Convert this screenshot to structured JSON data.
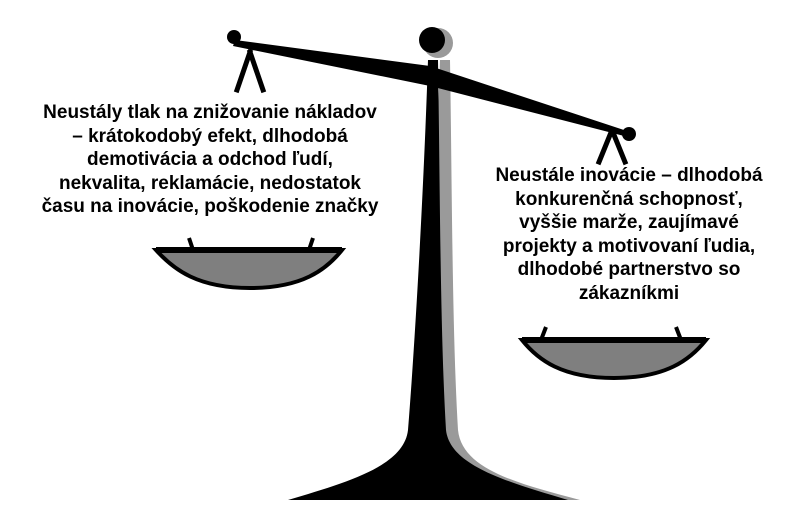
{
  "left_pan": {
    "lines": [
      "Neustály tlak na znižovanie nákladov",
      "– krátokodobý efekt, dlhodobá",
      "demotivácia a odchod ľudí,",
      "nekvalita, reklamácie, nedostatok",
      "času na inovácie, poškodenie značky"
    ]
  },
  "right_pan": {
    "lines": [
      "Neustále inovácie – dlhodobá",
      "konkurenčná schopnosť,",
      "vyššie marže, zaujímavé",
      "projekty a motivovaní ľudia,",
      "dlhodobé partnerstvo so",
      "zákazníkmi"
    ]
  },
  "colors": {
    "ink": "#000000",
    "shadow": "#9a9a9a",
    "pan_fill": "#7f7f7f"
  }
}
